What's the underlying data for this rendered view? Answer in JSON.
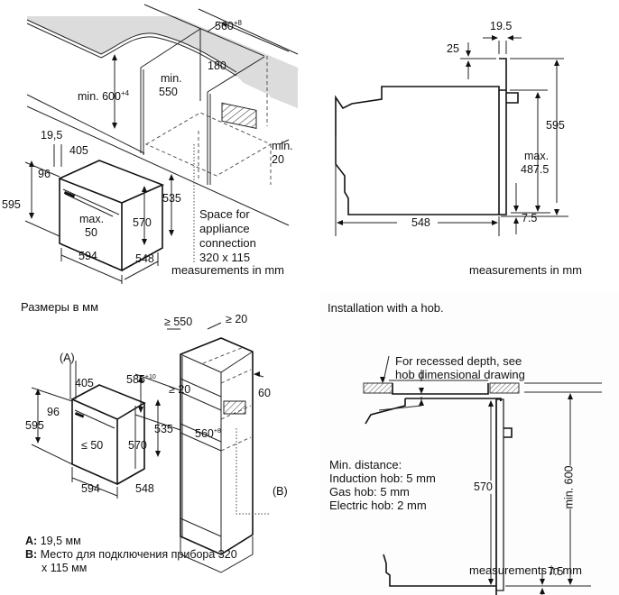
{
  "panel_top_left": {
    "dimensions": {
      "niche_width": "560",
      "niche_width_tol": "+8",
      "cabinet_height": "min. 600",
      "cabinet_height_tol": "+4",
      "niche_depth_label_1": "min.",
      "niche_depth_label_2": "550",
      "rear_gap": "180",
      "side_gap_1": "min.",
      "side_gap_2": "20",
      "front_a": "19,5",
      "top_depth": "405",
      "panel_height": "96",
      "total_height": "595",
      "body_height": "535",
      "inner_height": "570",
      "handle_label_1": "max.",
      "handle_label_2": "50",
      "width": "594",
      "depth": "548"
    },
    "connection_note": [
      "Space for",
      "appliance",
      "connection",
      "320 x 115"
    ],
    "units": "measurements in mm"
  },
  "panel_top_right": {
    "dimensions": {
      "front_thickness": "19.5",
      "top_offset": "25",
      "height": "595",
      "max_label_1": "max.",
      "max_label_2": "487.5",
      "bottom_offset": "7.5",
      "depth": "548"
    },
    "units": "measurements in mm"
  },
  "panel_bottom_left": {
    "title": "Размеры в мм",
    "dimensions": {
      "a_marker": "(A)",
      "b_marker": "(B)",
      "top_depth": "405",
      "panel_height": "96",
      "total_height": "595",
      "body_height": "535",
      "inner_height": "570",
      "handle": "≤ 50",
      "width": "594",
      "depth": "548",
      "tall_depth": "≥ 550",
      "tall_gap": "≥ 20",
      "niche_height": "585",
      "niche_height_tol": "+10",
      "inner_gap": "≥ 20",
      "vent": "60",
      "niche_width": "560",
      "niche_width_tol": "+8"
    },
    "legend": [
      {
        "key": "A:",
        "text": "19,5 мм"
      },
      {
        "key": "B:",
        "text": "Место для подключения прибора 320",
        "text2": "x 115 мм"
      }
    ]
  },
  "panel_bottom_right": {
    "title": "Installation with a hob.",
    "hob_note": [
      "For recessed depth, see",
      "hob dimensional drawing"
    ],
    "min_distance": [
      "Min. distance:",
      "Induction hob: 5 mm",
      "Gas hob: 5 mm",
      "Electric hob: 2 mm"
    ],
    "dimensions": {
      "height": "570",
      "min_height": "min. 600",
      "bottom_offset": "7.5"
    },
    "units": "measurements in mm"
  }
}
